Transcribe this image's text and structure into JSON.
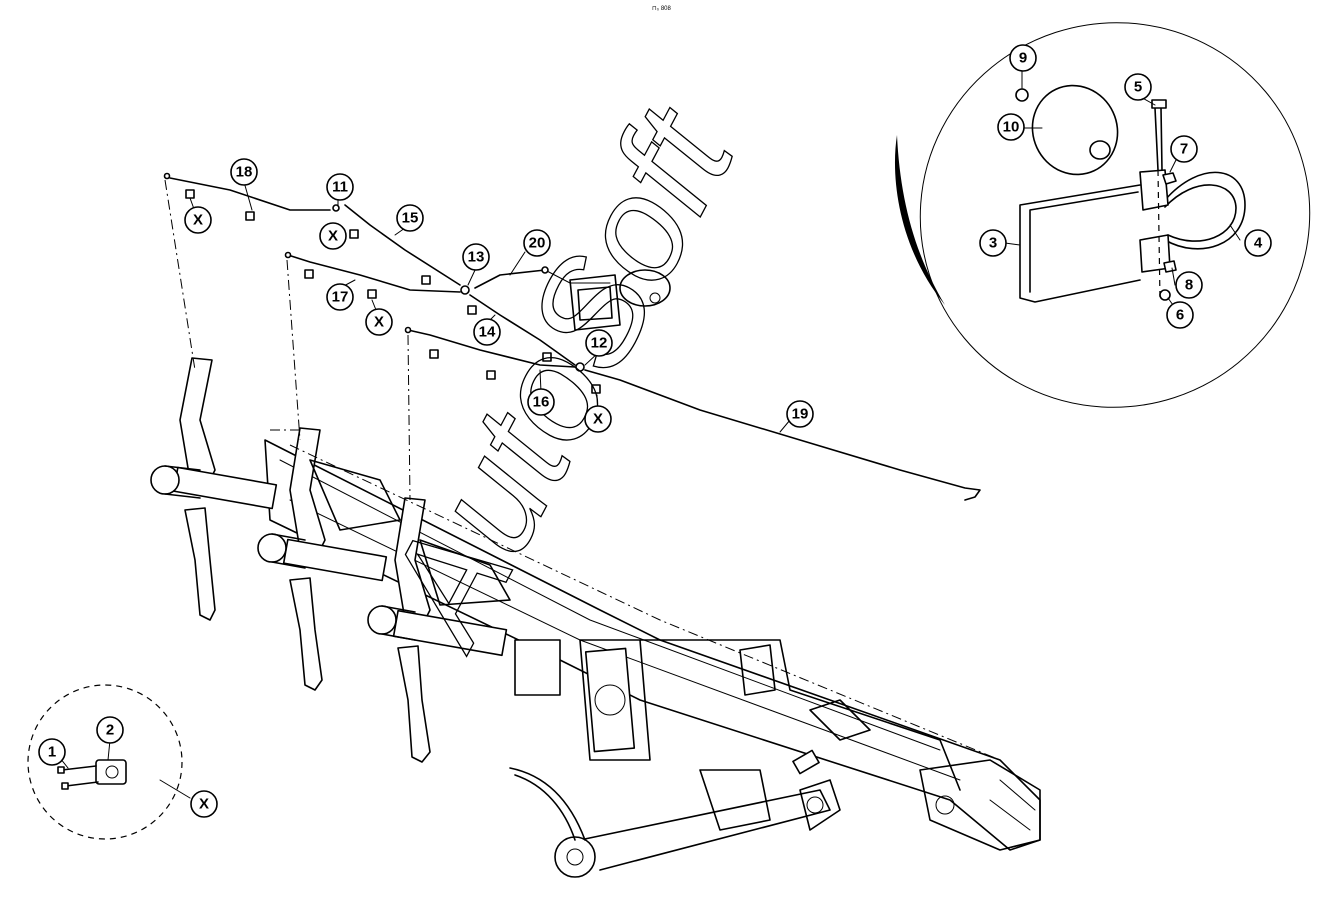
{
  "page_code": "⊓₀ 808",
  "watermark": "AutoSoft",
  "callouts": {
    "c1": "1",
    "c2": "2",
    "c3": "3",
    "c4": "4",
    "c5": "5",
    "c6": "6",
    "c7": "7",
    "c8": "8",
    "c9": "9",
    "c10": "10",
    "c11": "11",
    "c12": "12",
    "c13": "13",
    "c14": "14",
    "c15": "15",
    "c16": "16",
    "c17": "17",
    "c18": "18",
    "c19": "19",
    "c20": "20",
    "x_marker": "X"
  }
}
